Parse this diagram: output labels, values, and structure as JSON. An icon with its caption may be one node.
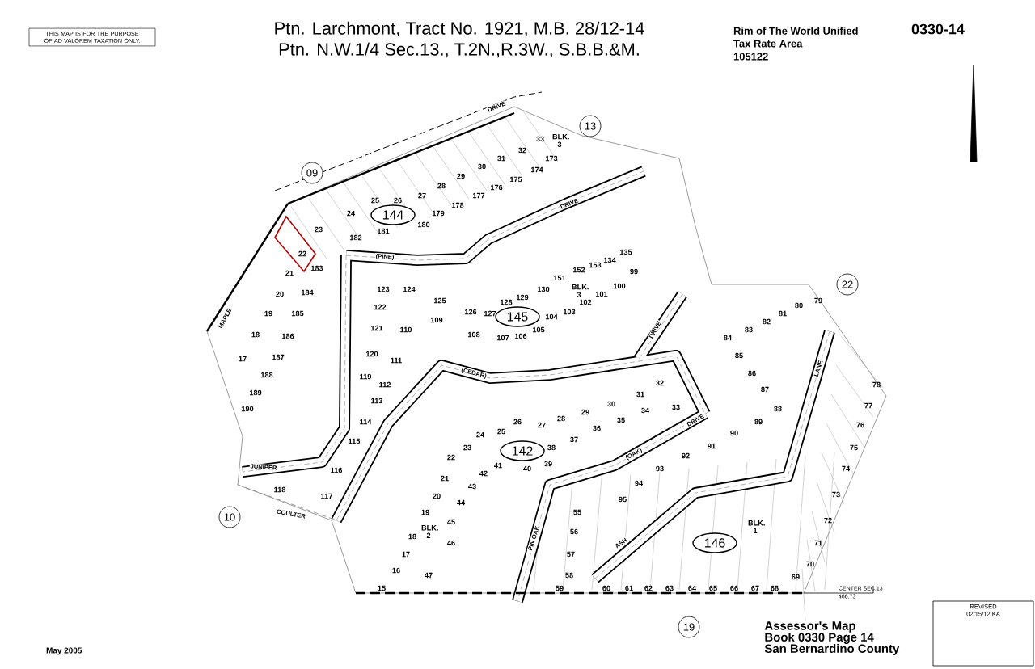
{
  "diagram": {
    "title": "Ptn. Larchmont, Tract No. 1921, M.B. 28/12-14",
    "nodes": [
      {
        "text": [
          "THIS MAP IS FOR THE PURPOSE OF AD VALOREM TAXATION ONLY."
        ]
      },
      {
        "text": [
          "09"
        ]
      },
      {
        "text": [
          "13"
        ]
      },
      {
        "text": [
          "144"
        ]
      },
      {
        "text": [
          "145"
        ]
      },
      {
        "text": [
          "22"
        ]
      },
      {
        "text": [
          "10"
        ]
      },
      {
        "text": [
          "142"
        ]
      },
      {
        "text": [
          "146"
        ]
      },
      {
        "text": [
          "19"
        ]
      },
      {
        "text": [
          "REVISED",
          "02/15/12 KA"
        ]
      }
    ],
    "labels": [
      "Ptn. N.W.1/4 Sec.13., T.2N.,R.3W., S.B.B.&M.",
      "Rim of The World Unified",
      "Tax Rate Area",
      "105122",
      "0330-14",
      "DRIVE",
      "BLK. 3",
      "33",
      "32",
      "31",
      "30",
      "29",
      "28",
      "27",
      "26",
      "25",
      "24",
      "173",
      "174",
      "175",
      "176",
      "177",
      "178",
      "179",
      "180",
      "181",
      "182",
      "MAPLE",
      "23",
      "22",
      "183",
      "21",
      "184",
      "20",
      "185",
      "19",
      "186",
      "18",
      "187",
      "17",
      "188",
      "189",
      "190",
      "(PINE)",
      "DRIVE",
      "135",
      "134",
      "153",
      "152",
      "151",
      "130",
      "BLK. 3",
      "129",
      "128",
      "127",
      "126",
      "125",
      "124",
      "123",
      "122",
      "99",
      "100",
      "101",
      "102",
      "103",
      "104",
      "105",
      "106",
      "107",
      "108",
      "109",
      "110",
      "121",
      "120",
      "111",
      "119",
      "112",
      "113",
      "114",
      "115",
      "116",
      "117",
      "118",
      "JUNIPER",
      "COULTER",
      "(CEDAR)",
      "DRIVE",
      "84",
      "83",
      "82",
      "81",
      "80",
      "79",
      "85",
      "86",
      "87",
      "88",
      "89",
      "90",
      "91",
      "92",
      "93",
      "94",
      "95",
      "LANE",
      "78",
      "77",
      "76",
      "75",
      "74",
      "73",
      "72",
      "71",
      "70",
      "69",
      "32",
      "31",
      "30",
      "29",
      "28",
      "27",
      "33",
      "34",
      "35",
      "36",
      "37",
      "26",
      "25",
      "24",
      "23",
      "22",
      "38",
      "39",
      "40",
      "41",
      "42",
      "21",
      "43",
      "20",
      "44",
      "19",
      "45",
      "BLK. 2",
      "18",
      "46",
      "17",
      "16",
      "47",
      "15",
      "(OAK)",
      "DRIVE",
      "PIN OAK",
      "ASH",
      "BLK. 1",
      "55",
      "56",
      "57",
      "58",
      "59",
      "60",
      "61",
      "62",
      "63",
      "64",
      "65",
      "66",
      "67",
      "68",
      "CENTER SEC.13",
      "466.73",
      "May 2005",
      "Assessor's Map",
      "Book 0330 Page 14",
      "San Bernardino County"
    ]
  }
}
